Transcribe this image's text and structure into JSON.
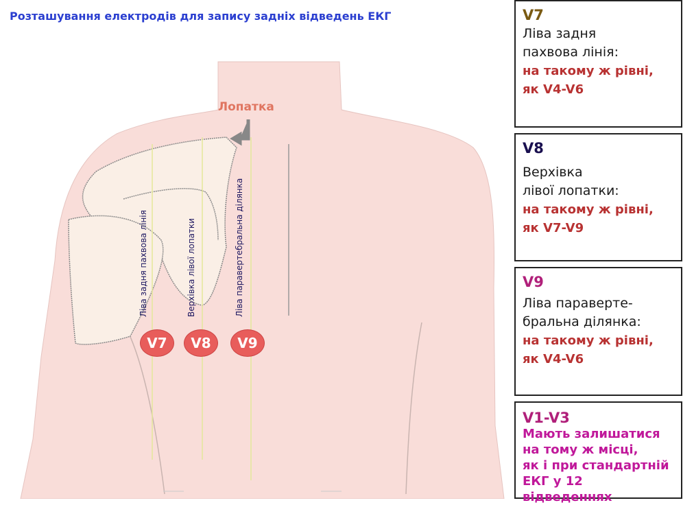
{
  "title": "Розташування електродів для запису задніх відведень ЕКГ",
  "diagram": {
    "scapula_label": "Лопатка",
    "line_labels": [
      "Ліва задня пахвова лінія",
      "Верхівка лівої лопатки",
      "Ліва паравертебральна ділянка"
    ],
    "electrodes": [
      "V7",
      "V8",
      "V9"
    ],
    "colors": {
      "body": "#f9ddd9",
      "scapula": "#faefe6",
      "electrode": "#e85d5b",
      "guide": "#e4e89a"
    }
  },
  "boxes": [
    {
      "lead": "V7",
      "lead_color": "#7a5a12",
      "desc": [
        "Ліва задня",
        "пахвова лінія:"
      ],
      "note": [
        "на такому ж рівні,",
        "як V4-V6"
      ]
    },
    {
      "lead": "V8",
      "lead_color": "#1a1050",
      "desc": [
        "Верхівка",
        "лівої лопатки:"
      ],
      "note": [
        "на такому ж рівні,",
        "як V7-V9"
      ]
    },
    {
      "lead": "V9",
      "lead_color": "#b0207a",
      "desc": [
        "Ліва паравертe-",
        "бральна ділянка:"
      ],
      "note": [
        "на такому ж рівні,",
        "як V4-V6"
      ]
    },
    {
      "lead": "V1-V3",
      "lead_color": "#b0207a",
      "note": [
        "Мають залишатися",
        "на тому ж місці,",
        "як і при стандартній",
        "ЕКГ у 12 відведеннях"
      ]
    }
  ]
}
